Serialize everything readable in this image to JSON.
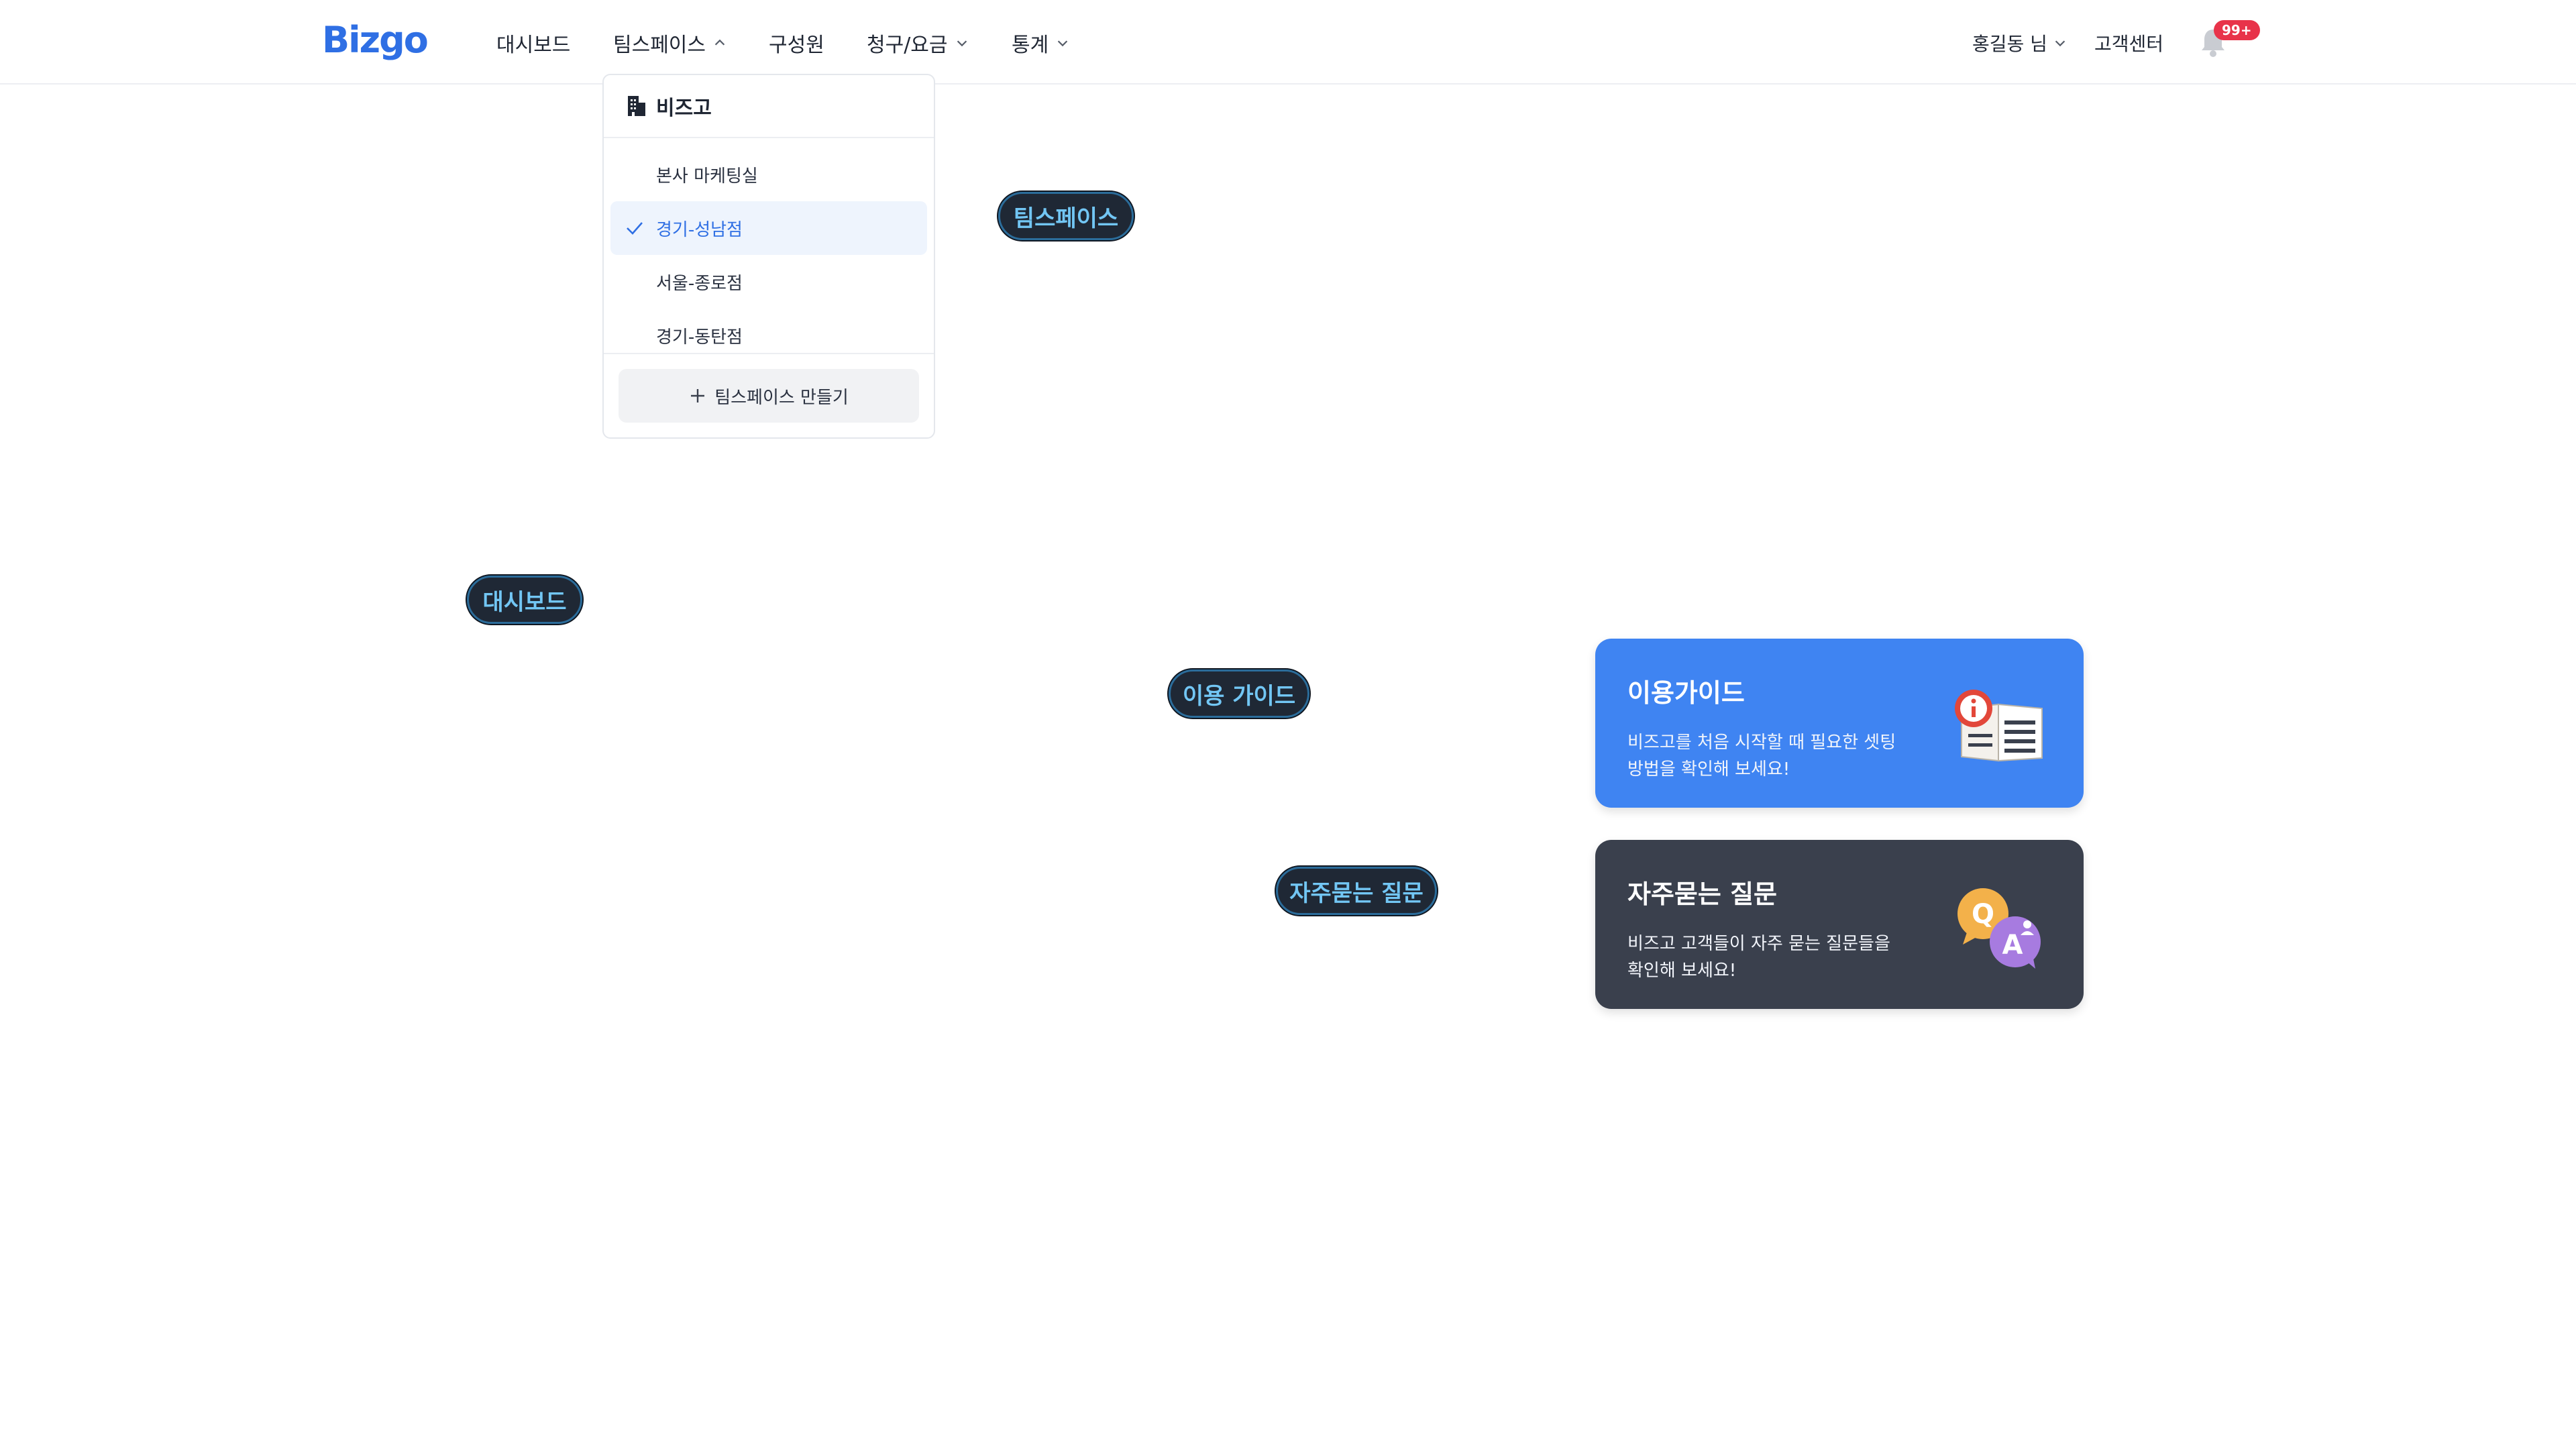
{
  "header": {
    "logo": "Bizgo",
    "nav": [
      {
        "label": "대시보드"
      },
      {
        "label": "팀스페이스"
      },
      {
        "label": "구성원"
      },
      {
        "label": "청구/요금"
      },
      {
        "label": "통계"
      }
    ],
    "user_label": "홍길동 님",
    "support_label": "고객센터",
    "notification_count": "99+"
  },
  "teamspace_dropdown": {
    "title": "비즈고",
    "items": [
      {
        "label": "본사 마케팅실",
        "selected": false
      },
      {
        "label": "경기-성남점",
        "selected": true
      },
      {
        "label": "서울-종로점",
        "selected": false
      },
      {
        "label": "경기-동탄점",
        "selected": false
      }
    ],
    "create_label": "팀스페이스 만들기"
  },
  "tooltips": {
    "teamspace": "팀스페이스",
    "dashboard": "대시보드",
    "guide": "이용 가이드",
    "faq": "자주묻는 질문"
  },
  "cards": {
    "guide": {
      "title": "이용가이드",
      "desc": "비즈고를 처음 시작할 때 필요한 셋팅 방법을 확인해 보세요!",
      "icon": "book-info-icon"
    },
    "faq": {
      "title": "자주묻는 질문",
      "desc": "비즈고 고객들이 자주 묻는 질문들을 확인해 보세요!",
      "icon": "qa-bubbles-icon"
    }
  },
  "colors": {
    "brand": "#2f6fe4",
    "guide_card": "#3f84f2",
    "faq_card": "#3a404d",
    "badge": "#e8334a",
    "selected_bg": "#eef4fd",
    "tooltip_text": "#72c6f4"
  }
}
